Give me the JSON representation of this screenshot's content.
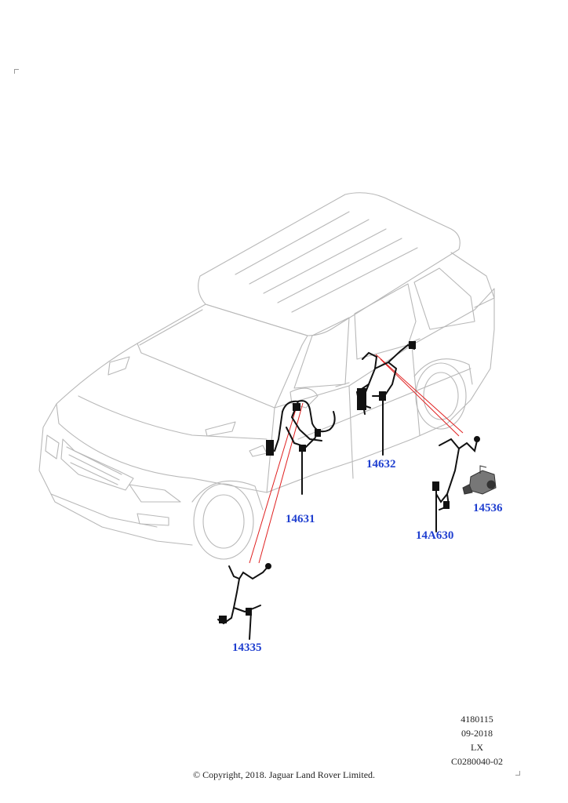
{
  "callouts": [
    {
      "id": "14632",
      "label": "14632"
    },
    {
      "id": "14631",
      "label": "14631"
    },
    {
      "id": "14536",
      "label": "14536"
    },
    {
      "id": "14A630",
      "label": "14A630"
    },
    {
      "id": "14335",
      "label": "14335"
    }
  ],
  "meta": {
    "illustration_number": "4180115",
    "date": "09-2018",
    "model": "LX",
    "drawing_code": "C0280040-02"
  },
  "copyright": "© Copyright, 2018. Jaguar Land Rover Limited.",
  "colors": {
    "outline": "#b8b8b8",
    "harness": "#111111",
    "leader": "#e02020",
    "callout": "#1f3fd0"
  }
}
